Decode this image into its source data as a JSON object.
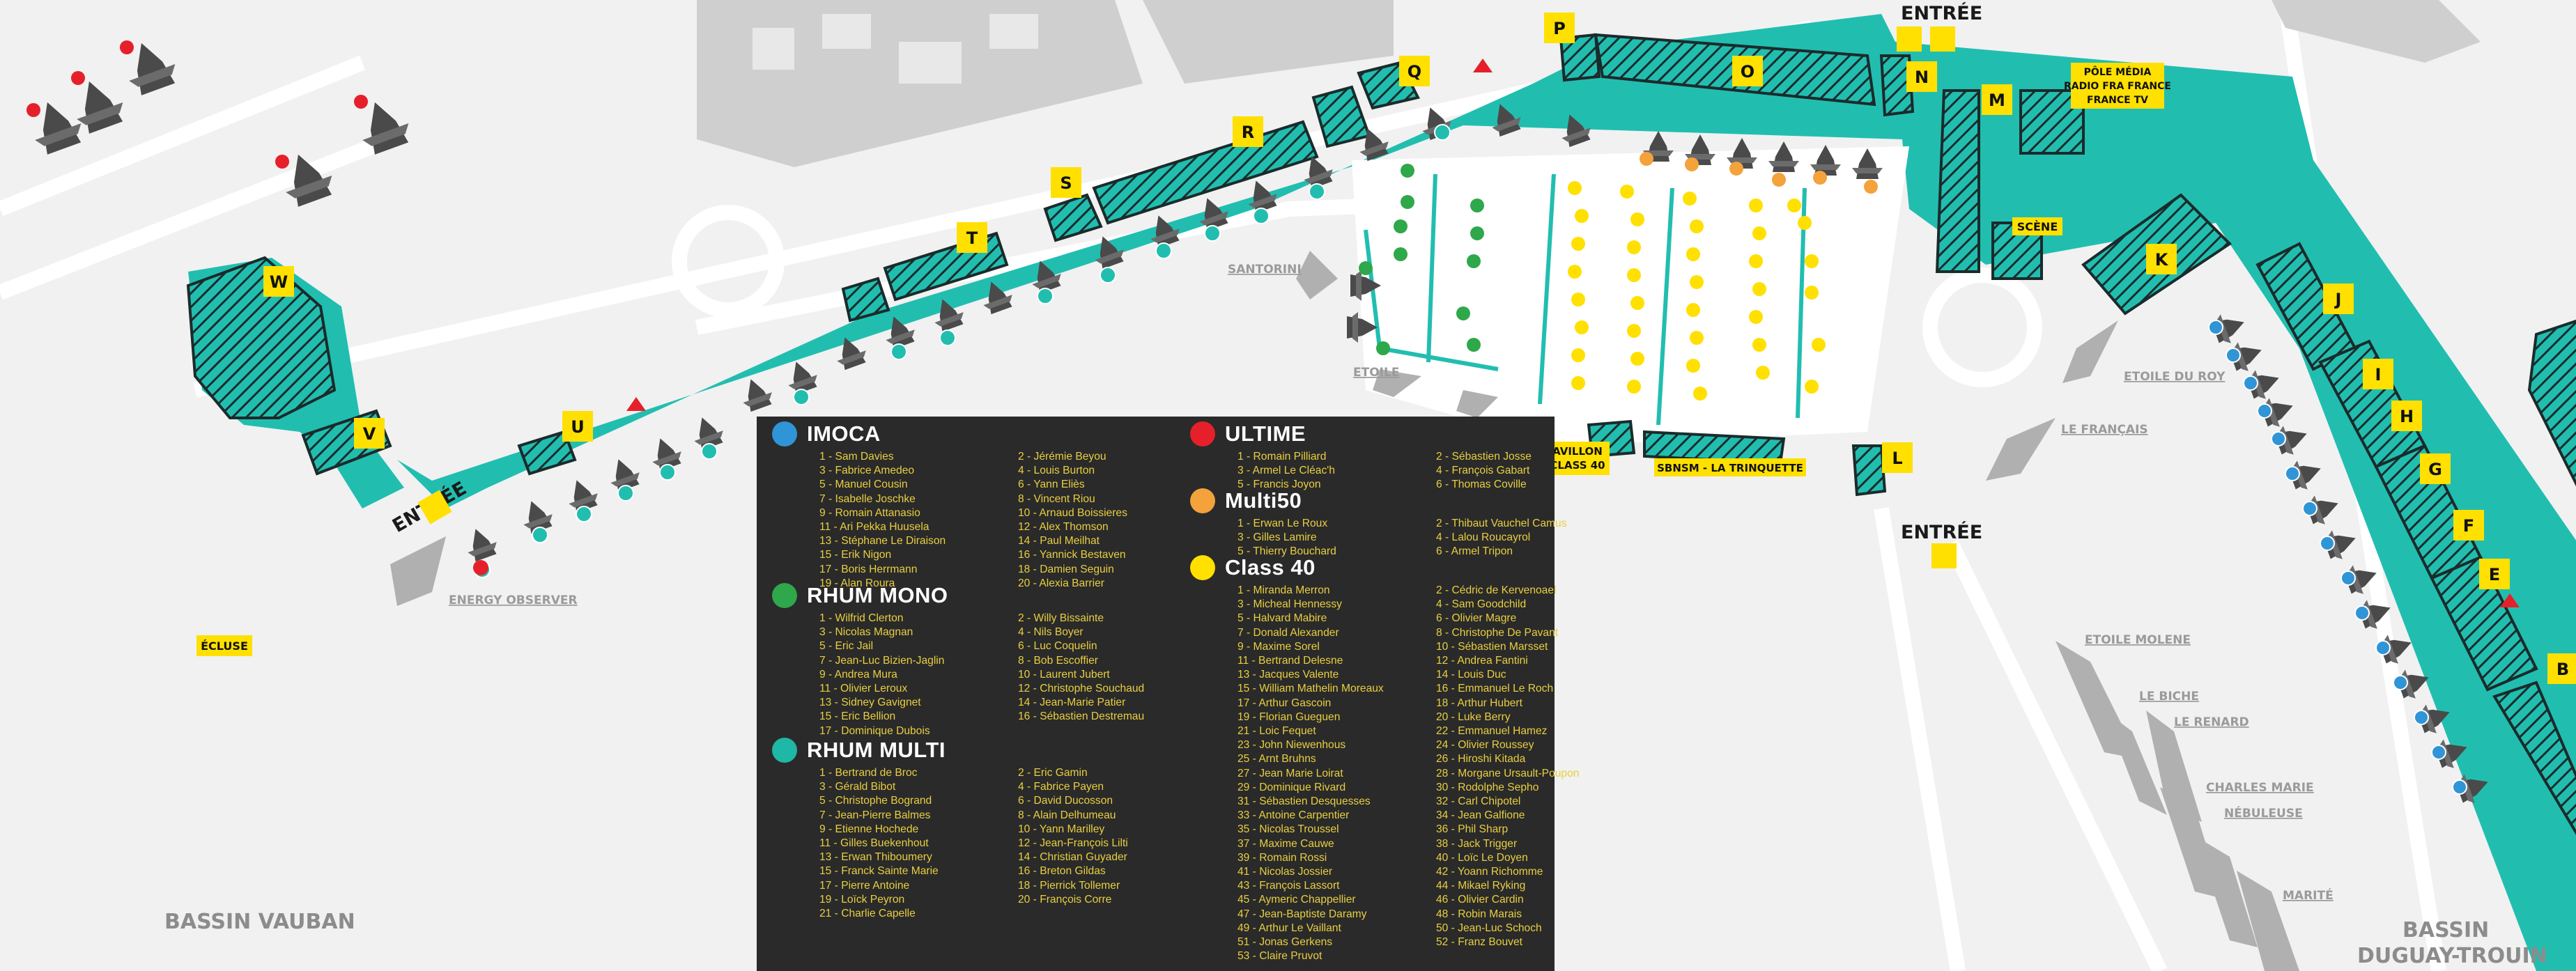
{
  "colors": {
    "water": "#21beb0",
    "zone": "#21beb0",
    "marker": "#ffe000",
    "boat": "#4a4a4a",
    "legend_bg": "#2a2a2a",
    "legend_text": "#e8cf41",
    "triangle": "#e5202a",
    "imoca": "#2f95d6",
    "ultime": "#e5202a",
    "rhum_mono": "#2ea84a",
    "multi50": "#f3a23c",
    "rhum_multi": "#1fb7a5",
    "class40": "#ffe000"
  },
  "zone_letters": [
    "P",
    "Q",
    "O",
    "N",
    "M",
    "R",
    "S",
    "T",
    "U",
    "V",
    "W",
    "K",
    "J",
    "I",
    "H",
    "G",
    "F",
    "E",
    "B",
    "L"
  ],
  "entrees": [
    "ENTRÉE",
    "ENTRÉE",
    "ENTRÉE"
  ],
  "labels": {
    "pole_media": [
      "PÔLE MÉDIA",
      "RADIO FRA FRANCE",
      "FRANCE TV"
    ],
    "scene": "SCÈNE",
    "pavillon": [
      "AVILLON",
      "CLASS 40"
    ],
    "sbnsm": "SBNSM - LA TRINQUETTE",
    "ecluse": "ÉCLUSE",
    "santorini": "SANTORINI",
    "etoile": "ETOILE",
    "energy_observer": "ENERGY OBSERVER",
    "etoile_du_roy": "ETOILE DU ROY",
    "le_francais": "LE FRANÇAIS",
    "etoile_molene": "ETOILE MOLENE",
    "le_biche": "LE BICHE",
    "le_renard": "LE RENARD",
    "charles_marie": "CHARLES MARIE",
    "nebuleuse": "NÉBULEUSE",
    "marite": "MARITÉ",
    "bassin_vauban": "BASSIN VAUBAN",
    "bassin_duguay": [
      "BASSIN",
      "DUGUAY-TROUIN"
    ]
  },
  "legend": {
    "imoca": {
      "title": "IMOCA",
      "col1": [
        "1 - Sam Davies",
        "3 - Fabrice Amedeo",
        "5 - Manuel Cousin",
        "7 - Isabelle Joschke",
        "9 - Romain Attanasio",
        "11 - Ari Pekka Huusela",
        "13 - Stéphane Le Diraison",
        "15 - Erik Nigon",
        "17 - Boris Herrmann",
        "19 - Alan Roura"
      ],
      "col2": [
        "2 - Jérémie Beyou",
        "4 - Louis Burton",
        "6 - Yann Eliès",
        "8 - Vincent Riou",
        "10 - Arnaud Boissieres",
        "12 - Alex Thomson",
        "14 - Paul Meilhat",
        "16 - Yannick Bestaven",
        "18 - Damien Seguin",
        "20 - Alexia Barrier"
      ]
    },
    "rhum_mono": {
      "title": "RHUM MONO",
      "col1": [
        "1 - Wilfrid Clerton",
        "3 - Nicolas Magnan",
        "5 - Eric Jail",
        "7 - Jean-Luc Bizien-Jaglin",
        "9 - Andrea Mura",
        "11 - Olivier Leroux",
        "13 - Sidney Gavignet",
        "15 - Eric Bellion",
        "17 - Dominique Dubois"
      ],
      "col2": [
        "2 - Willy Bissainte",
        "4 - Nils Boyer",
        "6 - Luc Coquelin",
        "8 - Bob Escoffier",
        "10 - Laurent Jubert",
        "12 - Christophe Souchaud",
        "14 - Jean-Marie Patier",
        "16 - Sébastien Destremau"
      ]
    },
    "rhum_multi": {
      "title": "RHUM MULTI",
      "col1": [
        "1 - Bertrand de Broc",
        "3 - Gérald Bibot",
        "5 - Christophe Bogrand",
        "7 - Jean-Pierre Balmes",
        "9 - Etienne Hochede",
        "11 - Gilles Buekenhout",
        "13 - Erwan Thiboumery",
        "15 - Franck Sainte Marie",
        "17 - Pierre Antoine",
        "19 - Loïck Peyron",
        "21 - Charlie Capelle"
      ],
      "col2": [
        "2 - Eric Gamin",
        "4 - Fabrice Payen",
        "6 - David Ducosson",
        "8 - Alain Delhumeau",
        "10 - Yann Marilley",
        "12 - Jean-François Lilti",
        "14 - Christian Guyader",
        "16 - Breton Gildas",
        "18 - Pierrick Tollemer",
        "20 - François Corre"
      ]
    },
    "ultime": {
      "title": "ULTIME",
      "col1": [
        "1 - Romain Pilliard",
        "3 - Armel Le Cléac'h",
        "5 - Francis Joyon"
      ],
      "col2": [
        "2 - Sébastien Josse",
        "4 - François Gabart",
        "6 - Thomas Coville"
      ]
    },
    "multi50": {
      "title": "Multi50",
      "col1": [
        "1 - Erwan Le Roux",
        "3 - Gilles Lamire",
        "5 - Thierry Bouchard"
      ],
      "col2": [
        "2 - Thibaut Vauchel Camus",
        "4 - Lalou Roucayrol",
        "6 - Armel Tripon"
      ]
    },
    "class40": {
      "title": "Class 40",
      "col1": [
        "1 - Miranda Merron",
        "3 - Micheal Hennessy",
        "5 - Halvard Mabire",
        "7 - Donald Alexander",
        "9 - Maxime Sorel",
        "11 - Bertrand Delesne",
        "13 - Jacques Valente",
        "15 - William Mathelin Moreaux",
        "17 - Arthur Gascoin",
        "19 - Florian Gueguen",
        "21 - Loic Fequet",
        "23 - John Niewenhous",
        "25 - Arnt Bruhns",
        "27 - Jean Marie Loirat",
        "29 - Dominique Rivard",
        "31 - Sébastien Desquesses",
        "33 - Antoine Carpentier",
        "35 - Nicolas Troussel",
        "37 - Maxime Cauwe",
        "39 - Romain Rossi",
        "41 - Nicolas Jossier",
        "43 - François Lassort",
        "45 - Aymeric Chappellier",
        "47 - Jean-Baptiste Daramy",
        "49 - Arthur Le Vaillant",
        "51 - Jonas Gerkens",
        "53 - Claire Pruvot"
      ],
      "col2": [
        "2 - Cédric de Kervenoael",
        "4 - Sam Goodchild",
        "6 - Olivier Magre",
        "8 - Christophe De Pavant",
        "10 - Sébastien Marsset",
        "12 - Andrea Fantini",
        "14 - Louis Duc",
        "16 - Emmanuel Le Roch",
        "18 - Arthur Hubert",
        "20 - Luke Berry",
        "22 - Emmanuel Hamez",
        "24 - Olivier Roussey",
        "26 - Hiroshi Kitada",
        "28 - Morgane Ursault-Poupon",
        "30 - Rodolphe Sepho",
        "32 - Carl Chipotel",
        "34 - Jean Galfione",
        "36 - Phil Sharp",
        "38 - Jack Trigger",
        "40 - Loïc Le Doyen",
        "42 - Yoann Richomme",
        "44 - Mikael Ryking",
        "46 - Olivier Cardin",
        "48 - Robin Marais",
        "50 - Jean-Luc Schoch",
        "52 - Franz Bouvet"
      ]
    }
  }
}
